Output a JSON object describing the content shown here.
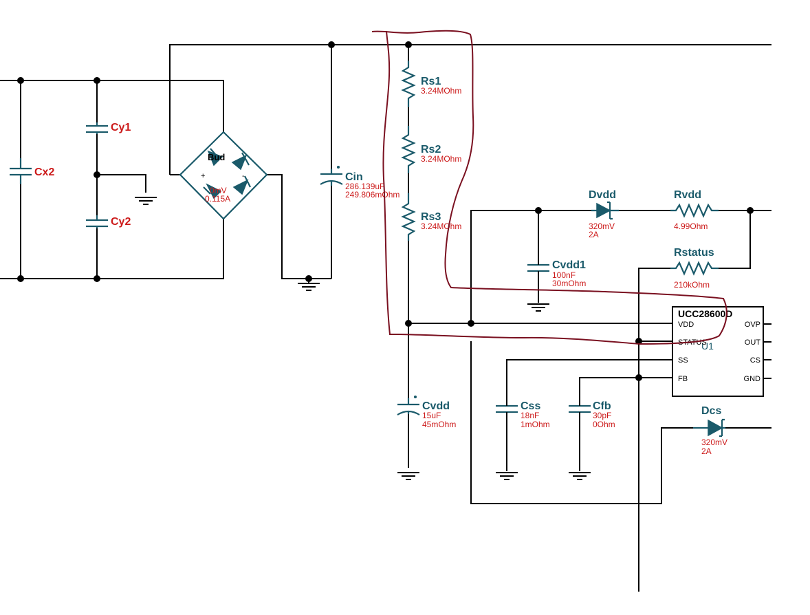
{
  "components": {
    "cx2": {
      "name": "Cx2"
    },
    "cy1": {
      "name": "Cy1"
    },
    "cy2": {
      "name": "Cy2"
    },
    "bridge": {
      "name_fragment": "Bud",
      "value1_fragment": "0mV",
      "value2_fragment": "0.115A",
      "plus": "+",
      "minus": "-"
    },
    "cin": {
      "name": "Cin",
      "value1": "286.139uF",
      "value2": "249.806mOhm"
    },
    "rs1": {
      "name": "Rs1",
      "value": "3.24MOhm"
    },
    "rs2": {
      "name": "Rs2",
      "value": "3.24MOhm"
    },
    "rs3": {
      "name": "Rs3",
      "value": "3.24MOhm"
    },
    "dvdd": {
      "name": "Dvdd",
      "value1": "320mV",
      "value2": "2A"
    },
    "rvdd": {
      "name": "Rvdd",
      "value": "4.99Ohm"
    },
    "rstatus": {
      "name": "Rstatus",
      "value": "210kOhm"
    },
    "cvdd1": {
      "name": "Cvdd1",
      "value1": "100nF",
      "value2": "30mOhm"
    },
    "cvdd": {
      "name": "Cvdd",
      "value1": "15uF",
      "value2": "45mOhm"
    },
    "css": {
      "name": "Css",
      "value1": "18nF",
      "value2": "1mOhm"
    },
    "cfb": {
      "name": "Cfb",
      "value1": "30pF",
      "value2": "0Ohm"
    },
    "dcs": {
      "name": "Dcs",
      "value1": "320mV",
      "value2": "2A"
    }
  },
  "ic": {
    "part": "UCC28600D",
    "designator": "U1",
    "pins_left": [
      "VDD",
      "STATUS",
      "SS",
      "FB"
    ],
    "pins_right": [
      "OVP",
      "OUT",
      "CS",
      "GND"
    ]
  },
  "colors": {
    "wire": "#000000",
    "component": "#1a5a6a",
    "label_red": "#cc1a1a",
    "annotation": "#7a1020"
  }
}
